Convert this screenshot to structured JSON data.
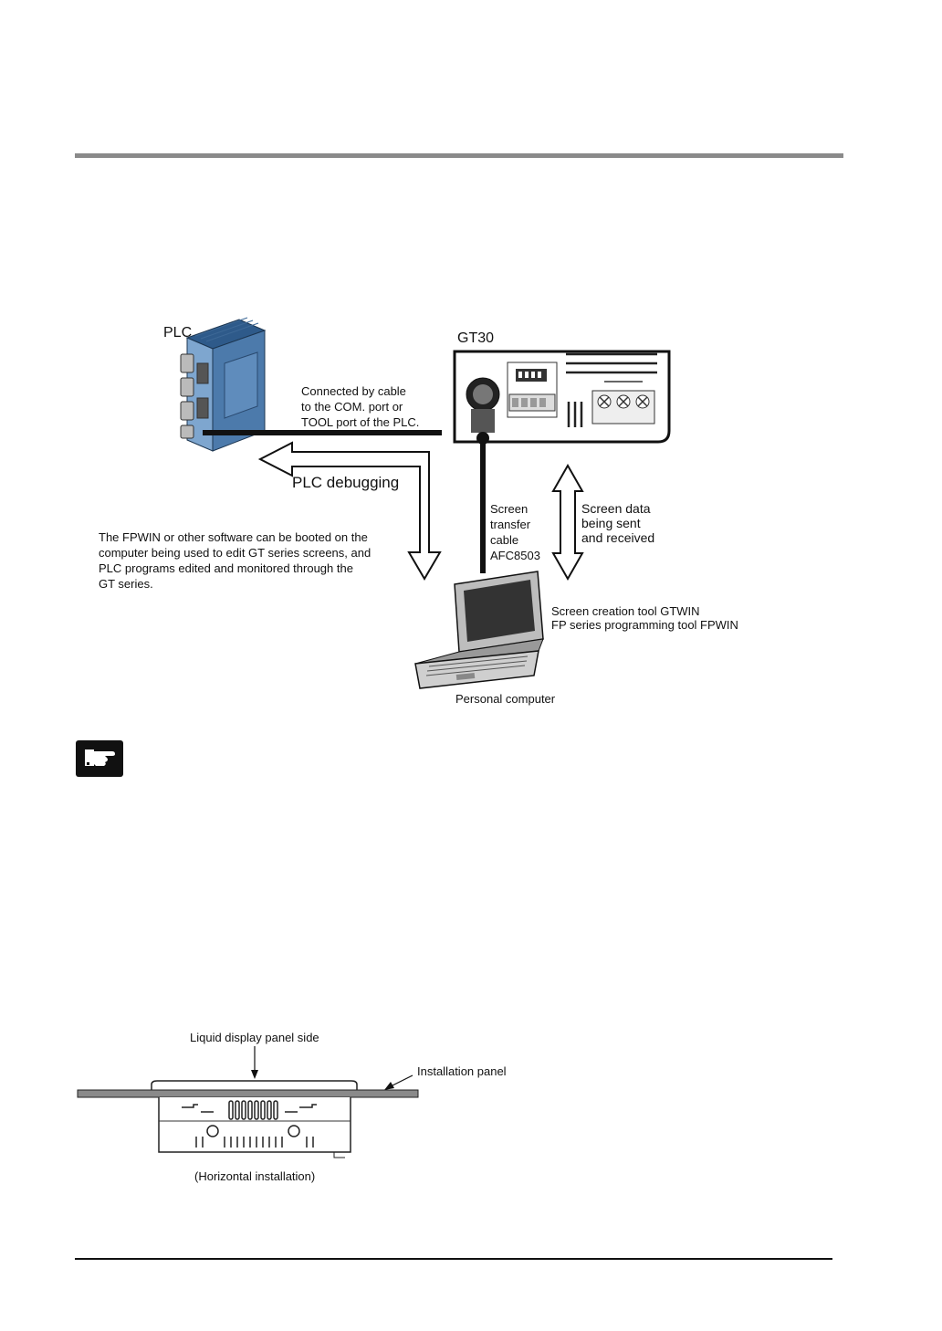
{
  "connection_diagram": {
    "plc_label": "PLC",
    "gt30_label": "GT30",
    "cable_note": "Connected by cable\nto the COM. port or\nTOOL port of the PLC.",
    "plc_debugging": "PLC debugging",
    "software_note": "The FPWIN or other software can be booted on the\ncomputer being used to edit GT series screens, and\nPLC programs edited and monitored through the\nGT series.",
    "transfer_cable": "Screen\ntransfer\ncable\nAFC8503",
    "screen_data": "Screen data\nbeing sent\nand received",
    "tools": "Screen creation tool GTWIN\nFP series programming tool FPWIN",
    "pc_label": "Personal computer"
  },
  "installation_diagram": {
    "panel_side": "Liquid display panel side",
    "installation_panel": "Installation panel",
    "caption": "(Horizontal installation)"
  },
  "colors": {
    "rule_gray": "#8a8a8a",
    "plc_blue": "#5a86b8",
    "ink": "#111111"
  }
}
